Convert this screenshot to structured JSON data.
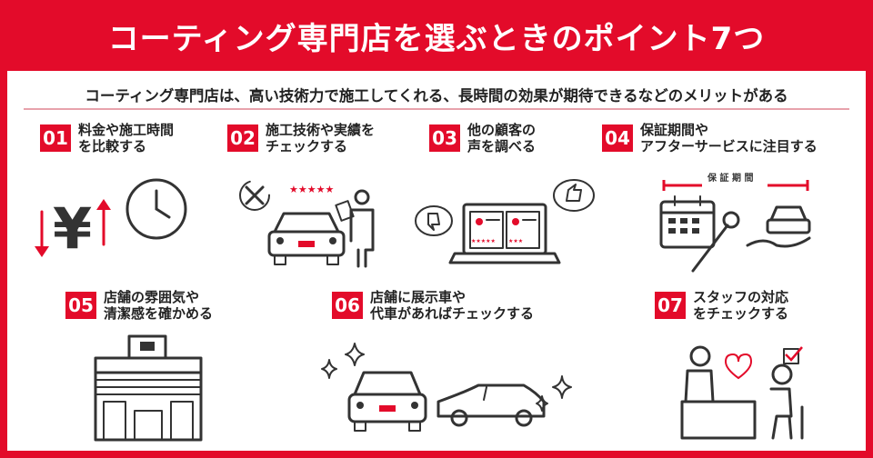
{
  "title": "コーティング専門店を選ぶときのポイント7つ",
  "subtitle": "コーティング専門店は、高い技術力で施工してくれる、長時間の効果が期待できるなどのメリットがある",
  "points": [
    {
      "num": "01",
      "line1": "料金や施工時間",
      "line2": "を比較する"
    },
    {
      "num": "02",
      "line1": "施工技術や実績を",
      "line2": "チェックする"
    },
    {
      "num": "03",
      "line1": "他の顧客の",
      "line2": "声を調べる"
    },
    {
      "num": "04",
      "line1": "保証期間や",
      "line2": "アフターサービスに注目する"
    },
    {
      "num": "05",
      "line1": "店舗の雰囲気や",
      "line2": "清潔感を確かめる"
    },
    {
      "num": "06",
      "line1": "店舗に展示車や",
      "line2": "代車があればチェックする"
    },
    {
      "num": "07",
      "line1": "スタッフの対応",
      "line2": "をチェックする"
    }
  ],
  "icons": {
    "yen_symbol": "¥",
    "stars_rating": "★★★★★",
    "review_stars_left": "★★★★★",
    "review_stars_right": "★★★",
    "warranty_label": "保 証 期 間"
  },
  "colors": {
    "accent": "#e30b2a",
    "line": "#333333"
  }
}
